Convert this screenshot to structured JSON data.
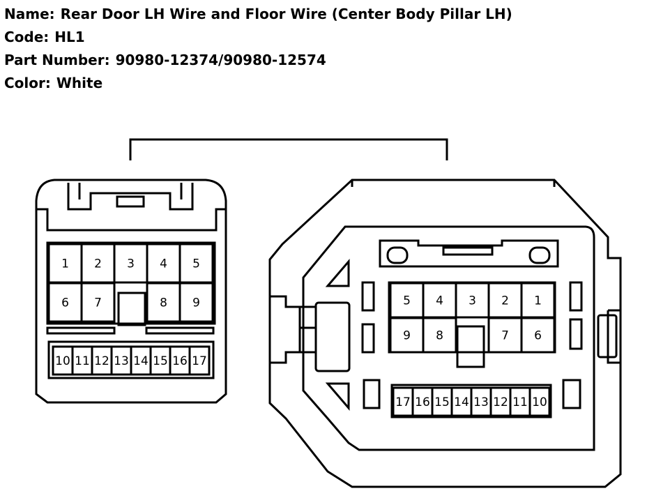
{
  "header": {
    "name_label": "Name:",
    "name_value": "Rear Door LH Wire and Floor Wire (Center Body Pillar LH)",
    "code_label": "Code:",
    "code_value": "HL1",
    "part_label": "Part Number:",
    "part_value": "90980-12374/90980-12574",
    "color_label": "Color:",
    "color_value": "White"
  },
  "left_connector": {
    "top_row": [
      "1",
      "2",
      "3",
      "4",
      "5"
    ],
    "middle_row": [
      "6",
      "7",
      "",
      "8",
      "9"
    ],
    "bottom_row": [
      "10",
      "11",
      "12",
      "13",
      "14",
      "15",
      "16",
      "17"
    ]
  },
  "right_connector": {
    "top_row": [
      "5",
      "4",
      "3",
      "2",
      "1"
    ],
    "middle_row": [
      "9",
      "8",
      "",
      "7",
      "6"
    ],
    "bottom_row": [
      "17",
      "16",
      "15",
      "14",
      "13",
      "12",
      "11",
      "10"
    ]
  }
}
